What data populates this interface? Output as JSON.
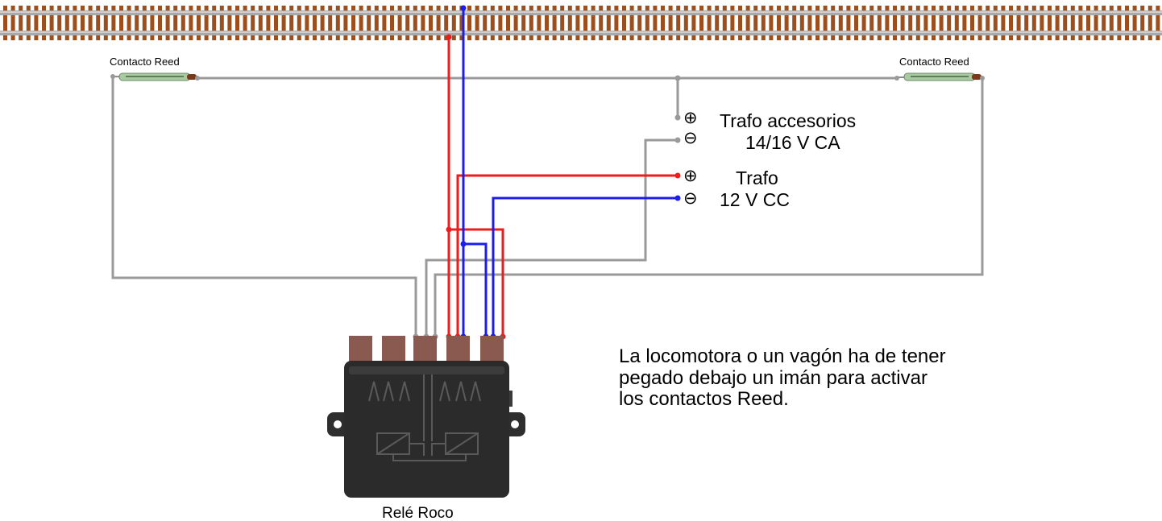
{
  "labels": {
    "reed_left": "Contacto Reed",
    "reed_right": "Contacto Reed",
    "trafo_acc_line1": "Trafo accesorios",
    "trafo_acc_line2": "14/16 V CA",
    "trafo_line1": "Trafo",
    "trafo_line2": "12 V CC",
    "relay": "Relé Roco",
    "note_line1": "La locomotora o un vagón ha de tener",
    "note_line2": "pegado debajo un imán para activar",
    "note_line3": "los contactos Reed.",
    "plus_symbol": "⊕",
    "minus_symbol": "⊖"
  },
  "colors": {
    "wire_gray": "#9a9a9a",
    "wire_red": "#ee1c1c",
    "wire_blue": "#1c1cee",
    "tie_brown": "#9c4e1c",
    "rail": "#a3a3a3",
    "relay_body": "#2b2b2b",
    "terminal": "#8a5a50"
  },
  "icons": [
    "railway-track",
    "reed-switch",
    "relay-roco",
    "plus-terminal-symbol",
    "minus-terminal-symbol"
  ]
}
